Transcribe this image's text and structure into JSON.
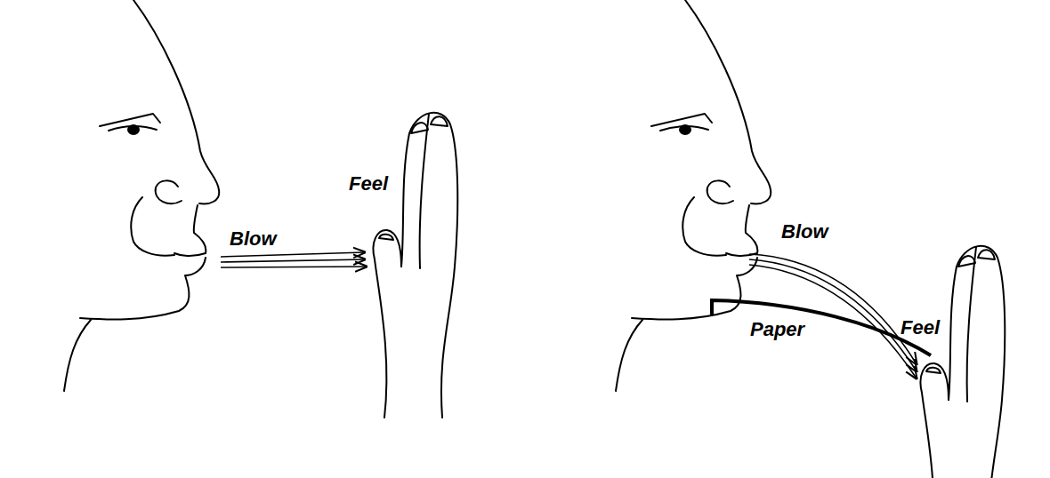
{
  "diagram": {
    "labels": [
      "Blow",
      "Feel",
      "Blow",
      "Paper",
      "Feel"
    ]
  }
}
